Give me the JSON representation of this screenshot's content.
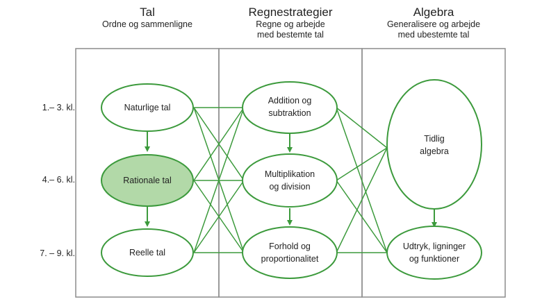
{
  "columns": [
    {
      "title": "Tal",
      "subtitle": [
        "Ordne og sammenligne"
      ]
    },
    {
      "title": "Regnestrategier",
      "subtitle": [
        "Regne og arbejde",
        "med bestemte tal"
      ]
    },
    {
      "title": "Algebra",
      "subtitle": [
        "Generalisere og arbejde",
        "med ubestemte tal"
      ]
    }
  ],
  "grades": [
    "1.– 3. kl.",
    "4.– 6. kl.",
    "7. – 9. kl."
  ],
  "nodes": {
    "naturlige": [
      "Naturlige tal"
    ],
    "rationale": [
      "Rationale tal"
    ],
    "reelle": [
      "Reelle tal"
    ],
    "addition": [
      "Addition og",
      "subtraktion"
    ],
    "multiplikation": [
      "Multiplikation",
      "og division"
    ],
    "forhold": [
      "Forhold og",
      "proportionalitet"
    ],
    "tidlig": [
      "Tidlig",
      "algebra"
    ],
    "udtryk": [
      "Udtryk, ligninger",
      "og funktioner"
    ]
  },
  "colors": {
    "stroke": "#3c9a3c",
    "highlight_fill": "#b2d9a8",
    "box": "#8c8c8c"
  }
}
